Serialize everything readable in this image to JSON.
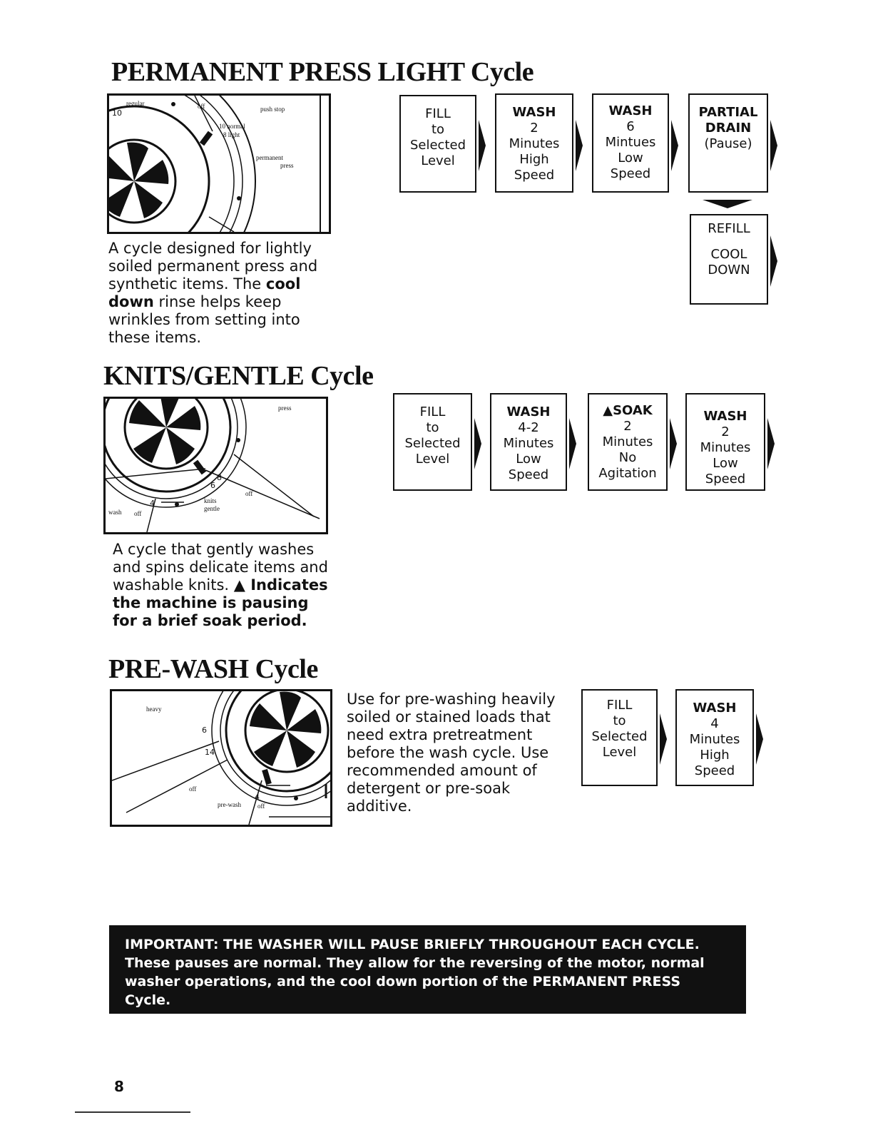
{
  "sections": {
    "permanent_press": {
      "title": "PERMANENT PRESS LIGHT Cycle",
      "dial": {
        "labels": [
          "regular",
          "off",
          "push stop",
          "10",
          "10 normal",
          "8 light",
          "permanent",
          "press"
        ]
      },
      "desc_1": "A cycle designed for lightly soiled permanent press and synthetic items. The ",
      "desc_bold": "cool down",
      "desc_2": " rinse helps keep wrinkles from setting into these items.",
      "steps": [
        {
          "lines": [
            "FILL",
            "to",
            "Selected",
            "Level"
          ]
        },
        {
          "lines": [
            "WASH",
            "2",
            "Minutes",
            "High",
            "Speed"
          ]
        },
        {
          "lines": [
            "WASH",
            "6",
            "Mintues",
            "Low",
            "Speed"
          ]
        },
        {
          "lines": [
            "PARTIAL",
            "DRAIN",
            "(Pause)"
          ]
        },
        {
          "lines": [
            "REFILL",
            "COOL",
            "DOWN"
          ]
        }
      ]
    },
    "knits_gentle": {
      "title": "KNITS/GENTLE Cycle",
      "dial": {
        "labels": [
          "press",
          "6",
          "8",
          "knits",
          "gentle",
          "off",
          "4",
          "wash",
          "off"
        ]
      },
      "desc_1": "A cycle that gently washes and spins delicate items and washable knits. ",
      "desc_bold": "▲ Indicates the machine is pausing for a brief soak period.",
      "steps": [
        {
          "lines": [
            "FILL",
            "to",
            "Selected",
            "Level"
          ]
        },
        {
          "lines": [
            "WASH",
            "4-2",
            "Minutes",
            "Low",
            "Speed"
          ]
        },
        {
          "lines": [
            "▲SOAK",
            "2",
            "Minutes",
            "No",
            "Agitation"
          ]
        },
        {
          "lines": [
            "WASH",
            "2",
            "Minutes",
            "Low",
            "Speed"
          ]
        }
      ]
    },
    "pre_wash": {
      "title": "PRE-WASH Cycle",
      "dial": {
        "labels": [
          "heavy",
          "6",
          "14",
          "off",
          "4",
          "pre-wash",
          "off"
        ]
      },
      "desc": "Use for pre-washing heavily soiled or stained loads that need extra pretreatment before the wash cycle. Use recommended amount of detergent or pre-soak additive.",
      "steps": [
        {
          "lines": [
            "FILL",
            "to",
            "Selected",
            "Level"
          ]
        },
        {
          "lines": [
            "WASH",
            "4",
            "Minutes",
            "High",
            "Speed"
          ]
        }
      ]
    }
  },
  "notice": {
    "line_1": "IMPORTANT: THE WASHER WILL PAUSE BRIEFLY THROUGHOUT EACH CYCLE.",
    "line_2": "These pauses are normal. They allow for the reversing of the motor, normal washer operations, and the cool down portion of the PERMANENT PRESS Cycle."
  },
  "page_number": "8",
  "colors": {
    "ink": "#111111",
    "paper": "#ffffff"
  }
}
